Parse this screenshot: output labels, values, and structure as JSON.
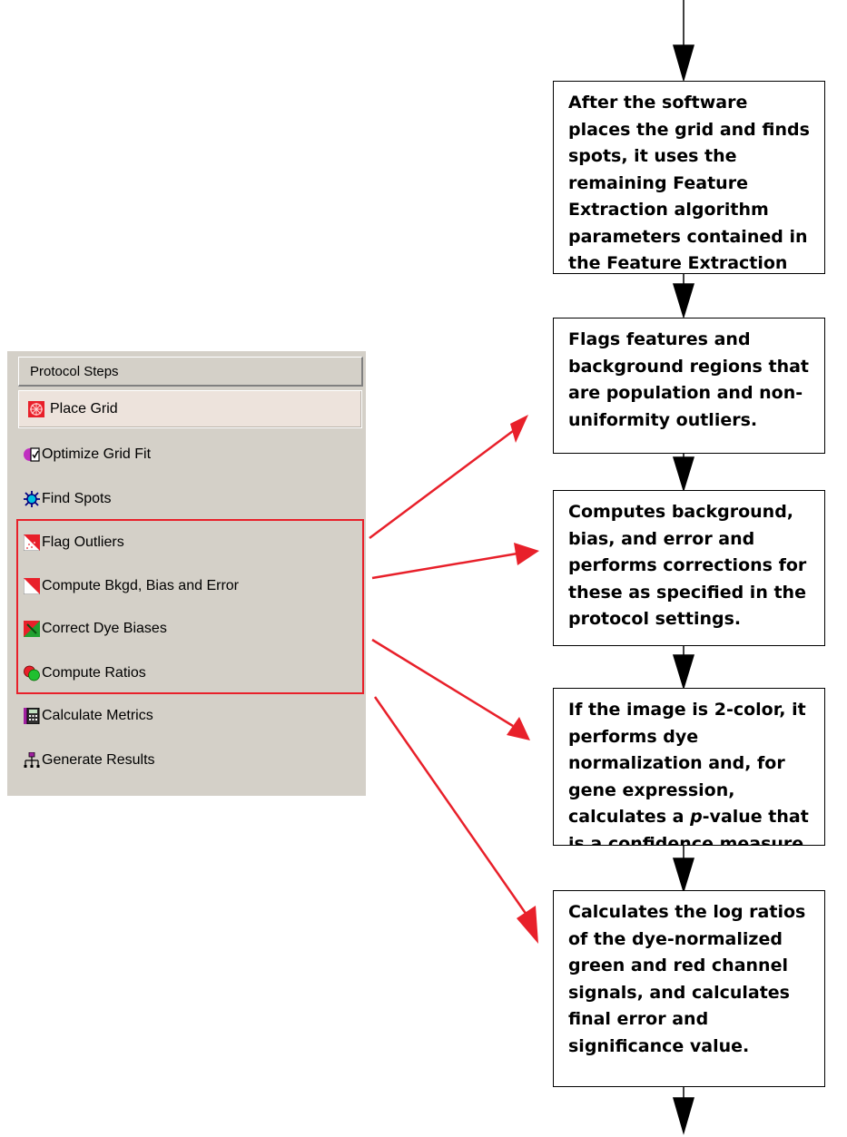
{
  "panel": {
    "header": "Protocol Steps",
    "steps": [
      {
        "label": "Place Grid",
        "icon": "place-grid-icon"
      },
      {
        "label": "Optimize Grid Fit",
        "icon": "optimize-grid-fit-icon"
      },
      {
        "label": "Find Spots",
        "icon": "find-spots-icon"
      },
      {
        "label": "Flag Outliers",
        "icon": "flag-outliers-icon"
      },
      {
        "label": "Compute Bkgd, Bias and Error",
        "icon": "compute-bkgd-icon"
      },
      {
        "label": "Correct Dye Biases",
        "icon": "correct-dye-biases-icon"
      },
      {
        "label": "Compute Ratios",
        "icon": "compute-ratios-icon"
      },
      {
        "label": "Calculate Metrics",
        "icon": "calculate-metrics-icon"
      },
      {
        "label": "Generate Results",
        "icon": "generate-results-icon"
      }
    ],
    "highlight_color": "#e8202a"
  },
  "flow": {
    "boxes": [
      "After the software places the grid and finds spots, it uses the remaining Feature Extraction algorithm parameters contained in the Feature Extraction protocol to",
      "Flags features and background regions that are population and non-uniformity outliers.",
      "Computes background, bias, and error and performs corrections for these as specified in the protocol settings.",
      {
        "pre": "If the image is 2-color, it performs dye normalization and, for gene expression, calculates a ",
        "em": "p",
        "post": "-value that is a confidence measure of"
      },
      "Calculates the log ratios of the dye-normalized green and red channel signals, and calculates final error and significance value."
    ],
    "arrow_color": "#e8202a"
  }
}
